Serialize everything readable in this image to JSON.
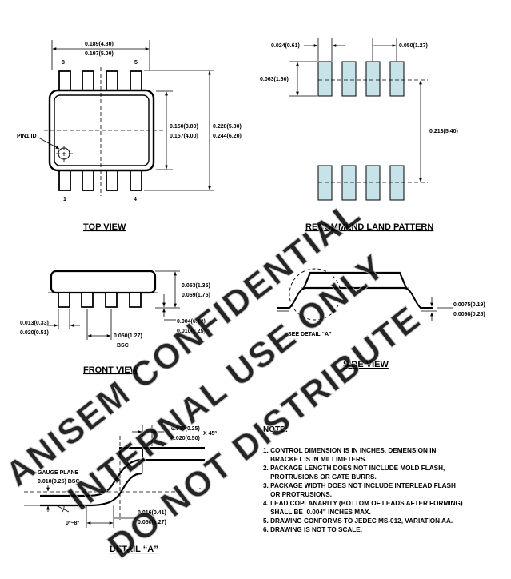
{
  "views": {
    "top": "TOP VIEW",
    "land": "RECOMMEND LAND PATTERN",
    "front": "FRONT VIEW",
    "side": "SIDE VIEW",
    "detail": "DETAIL  “A”"
  },
  "top_view": {
    "pin8": "8",
    "pin5": "5",
    "pin1": "1",
    "pin4": "4",
    "pin1_id": "PIN1 ID",
    "len_a": "0.189(4.80)",
    "len_b": "0.197(5.00)",
    "w_a": "0.150(3.80)",
    "w_b": "0.157(4.00)",
    "ow_a": "0.228(5.80)",
    "ow_b": "0.244(6.20)"
  },
  "land_pattern": {
    "pad_w": "0.024(0.61)",
    "pitch": "0.050(1.27)",
    "pad_l": "0.063(1.60)",
    "span": "0.213(5.40)"
  },
  "front_view": {
    "h_a": "0.053(1.35)",
    "h_b": "0.069(1.75)",
    "lw_a": "0.013(0.33)",
    "lw_b": "0.020(0.51)",
    "pitch": "0.050(1.27)",
    "bsc": "BSC",
    "so_a": "0.004(0.10)",
    "so_b": "0.010(0.25)"
  },
  "side_view": {
    "see_detail": "SEE DETAIL  “A”",
    "t_a": "0.0075(0.19)",
    "t_b": "0.0098(0.25)"
  },
  "detail": {
    "ch_a": "0.010(0.25)",
    "ch_b": "0.020(0.50)",
    "x45": "X 45º",
    "gauge": "GAUGE PLANE",
    "gauge_dim": "0.010(0.25) BSC",
    "angle": "0º~8º",
    "ll_a": "0.016(0.41)",
    "ll_b": "0.050(1.27)"
  },
  "notes": {
    "title": "NOTE:",
    "lines": [
      "1. CONTROL DIMENSION IS IN INCHES. DEMENSION IN",
      "    BRACKET IS IN MILLIMETERS.",
      "2.  PACKAGE LENGTH DOES NOT INCLUDE MOLD FLASH,",
      "    PROTRUSIONS OR GATE BURRS.",
      "3. PACKAGE WIDTH DOES NOT INCLUDE INTERLEAD FLASH",
      "    OR PROTRUSIONS.",
      "4. LEAD COPLANARITY (BOTTOM OF LEADS AFTER FORMING)",
      "    SHALL BE  0.004\" INCHES MAX.",
      "5. DRAWING CONFORMS TO JEDEC MS-012, VARIATION AA.",
      "6. DRAWING IS NOT TO SCALE."
    ]
  },
  "watermark": {
    "l1": "ANISEM CONFIDENTIAL",
    "l2": "INTERNAL USE ONLY",
    "l3": "DO NOT DISTRIBUTE"
  }
}
